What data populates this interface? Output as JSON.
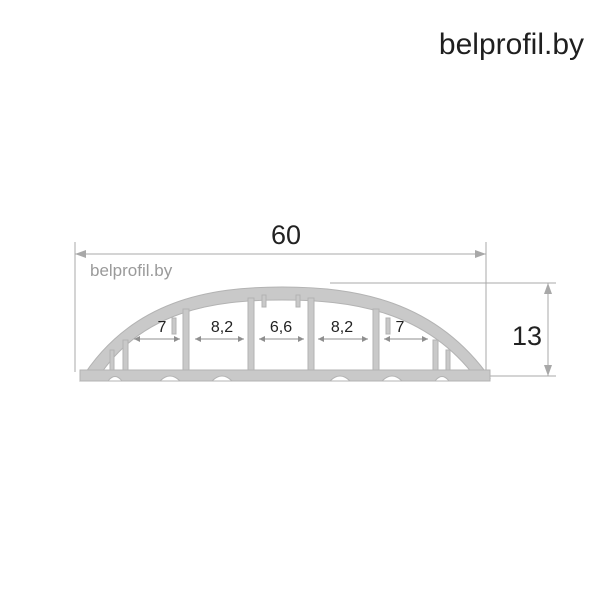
{
  "header": {
    "brand": "belprofil.by"
  },
  "watermark": "belprofil.by",
  "dimensions": {
    "width": "60",
    "height": "13",
    "channels": [
      "7",
      "8,2",
      "6,6",
      "8,2",
      "7"
    ]
  },
  "colors": {
    "profile_fill": "#c9c9c9",
    "profile_stroke": "#b3b3b3",
    "dimension_line": "#a8a8a8",
    "text": "#222222"
  }
}
